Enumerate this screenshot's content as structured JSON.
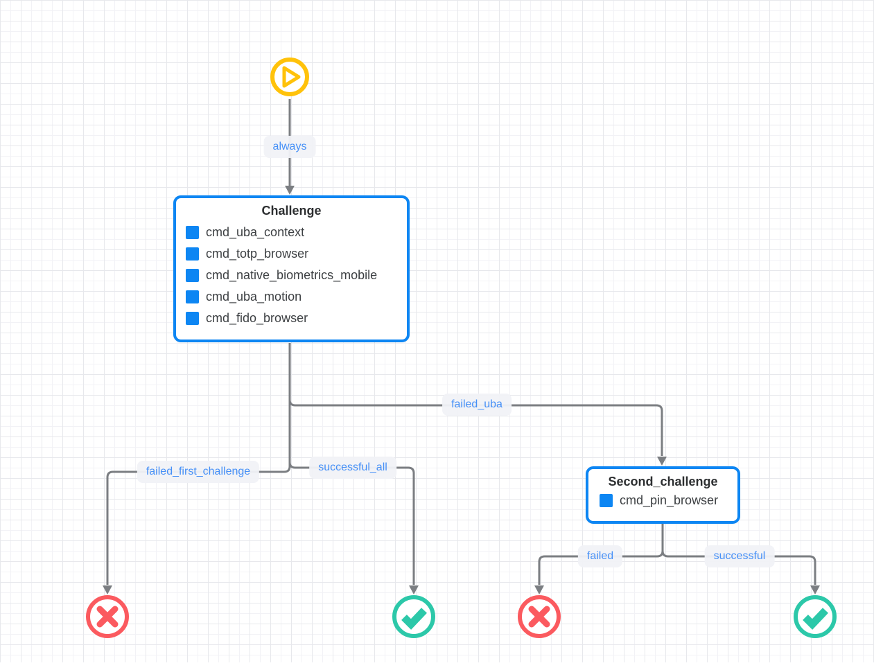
{
  "diagram": {
    "type": "workflow-flowchart",
    "nodes": {
      "challenge": {
        "title": "Challenge",
        "items": [
          "cmd_uba_context",
          "cmd_totp_browser",
          "cmd_native_biometrics_mobile",
          "cmd_uba_motion",
          "cmd_fido_browser"
        ]
      },
      "second_challenge": {
        "title": "Second_challenge",
        "items": [
          "cmd_pin_browser"
        ]
      }
    },
    "edges": {
      "always": {
        "label": "always",
        "from": "start",
        "to": "challenge"
      },
      "failed_uba": {
        "label": "failed_uba",
        "from": "challenge",
        "to": "second_challenge"
      },
      "successful_all": {
        "label": "successful_all",
        "from": "challenge",
        "to": "success-terminal-1"
      },
      "failed_first_challenge": {
        "label": "failed_first_challenge",
        "from": "challenge",
        "to": "failure-terminal-1"
      },
      "failed": {
        "label": "failed",
        "from": "second_challenge",
        "to": "failure-terminal-2"
      },
      "successful": {
        "label": "successful",
        "from": "second_challenge",
        "to": "success-terminal-2"
      }
    },
    "terminals": {
      "start_icon": "play-circle-icon",
      "failure_icon": "x-circle-icon",
      "success_icon": "check-circle-icon"
    },
    "colors": {
      "node_border_blue": "#0d86f3",
      "item_square_blue": "#0d86f3",
      "edge_gray": "#7b7e82",
      "edge_label_text_blue": "#4690f7",
      "edge_label_bg": "#f1f2f7",
      "start_yellow": "#ffc20a",
      "failure_red": "#fb5a5f",
      "success_green": "#2cc8a9",
      "node_text_dark": "#3d4043",
      "grid_line": "#e7e8ec"
    }
  }
}
